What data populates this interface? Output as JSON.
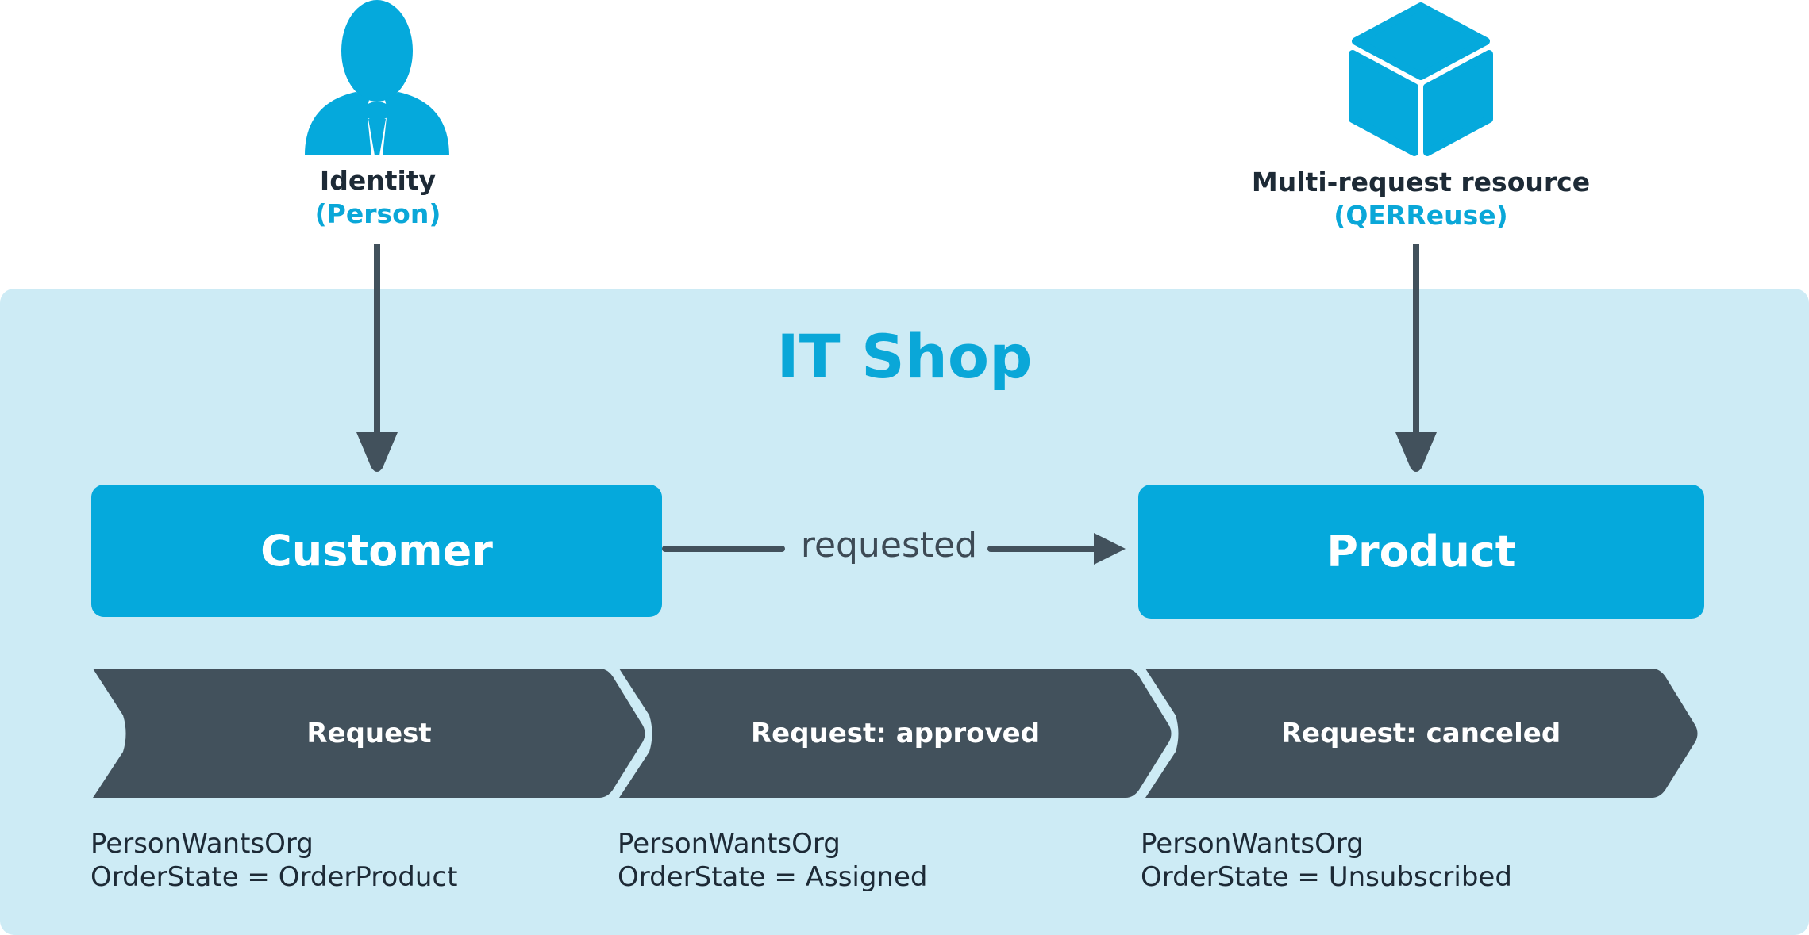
{
  "identity": {
    "label": "Identity",
    "sublabel": "(Person)",
    "icon": "person-icon"
  },
  "resource": {
    "label": "Multi-request resource",
    "sublabel": "(QERReuse)",
    "icon": "cube-icon"
  },
  "itshop": {
    "title": "IT Shop"
  },
  "customer": {
    "label": "Customer"
  },
  "product": {
    "label": "Product"
  },
  "relation": {
    "label": "requested"
  },
  "stages": [
    {
      "label": "Request",
      "line1": "PersonWantsOrg",
      "line2": "OrderState = OrderProduct"
    },
    {
      "label": "Request: approved",
      "line1": "PersonWantsOrg",
      "line2": "OrderState = Assigned"
    },
    {
      "label": "Request: canceled",
      "line1": "PersonWantsOrg",
      "line2": "OrderState = Unsubscribed"
    }
  ],
  "colors": {
    "accent": "#05a9dc",
    "container": "#cdebf5",
    "dark": "#42515c",
    "text": "#1d2a36"
  }
}
